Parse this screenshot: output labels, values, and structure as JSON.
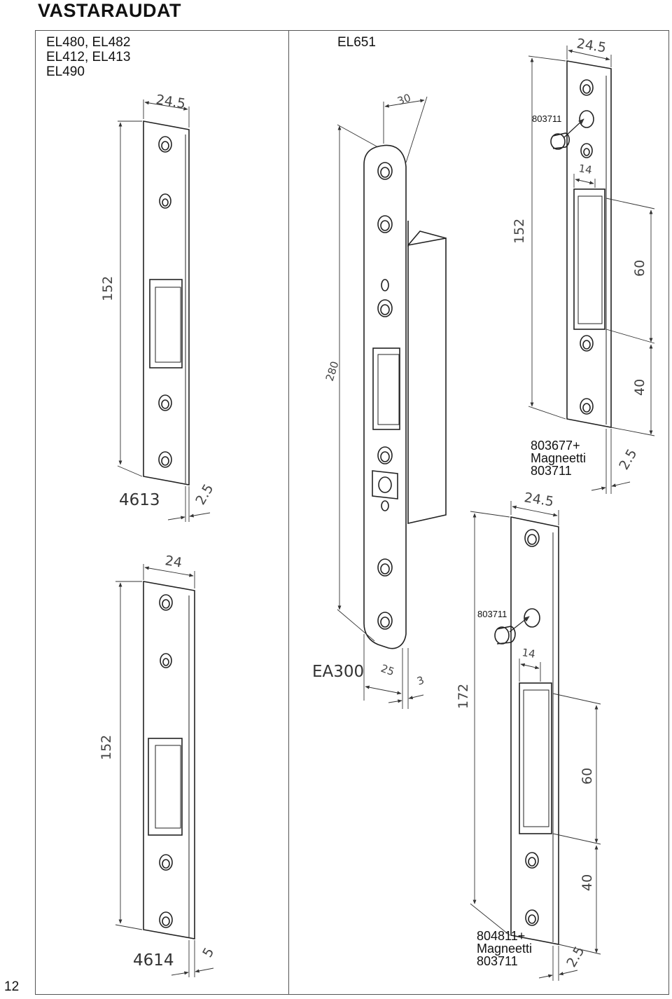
{
  "page": {
    "title": "VASTARAUDAT",
    "page_number": "12"
  },
  "groups": {
    "left_title": [
      "EL480, EL482",
      "EL412, EL413",
      "EL490"
    ],
    "right_title": "EL651"
  },
  "parts": {
    "p4613": {
      "code": "4613",
      "width": "24.5",
      "height": "152",
      "thickness": "2.5"
    },
    "p4614": {
      "code": "4614",
      "width": "24",
      "height": "152",
      "thickness": "5"
    },
    "pEA300": {
      "code": "EA300",
      "height": "280",
      "width": "30",
      "depth": "25",
      "thickness": "3"
    },
    "p803677": {
      "width": "24.5",
      "height": "152",
      "slot_width": "14",
      "slot_height": "60",
      "offset": "40",
      "thickness": "2.5",
      "magnet_label": "803711",
      "caption": [
        "803677+",
        "Magneetti",
        "803711"
      ]
    },
    "p804811": {
      "width": "24.5",
      "height": "172",
      "slot_width": "14",
      "slot_height": "60",
      "offset": "40",
      "thickness": "2.5",
      "magnet_label": "803711",
      "caption": [
        "804811+",
        "Magneetti",
        "803711"
      ]
    }
  }
}
